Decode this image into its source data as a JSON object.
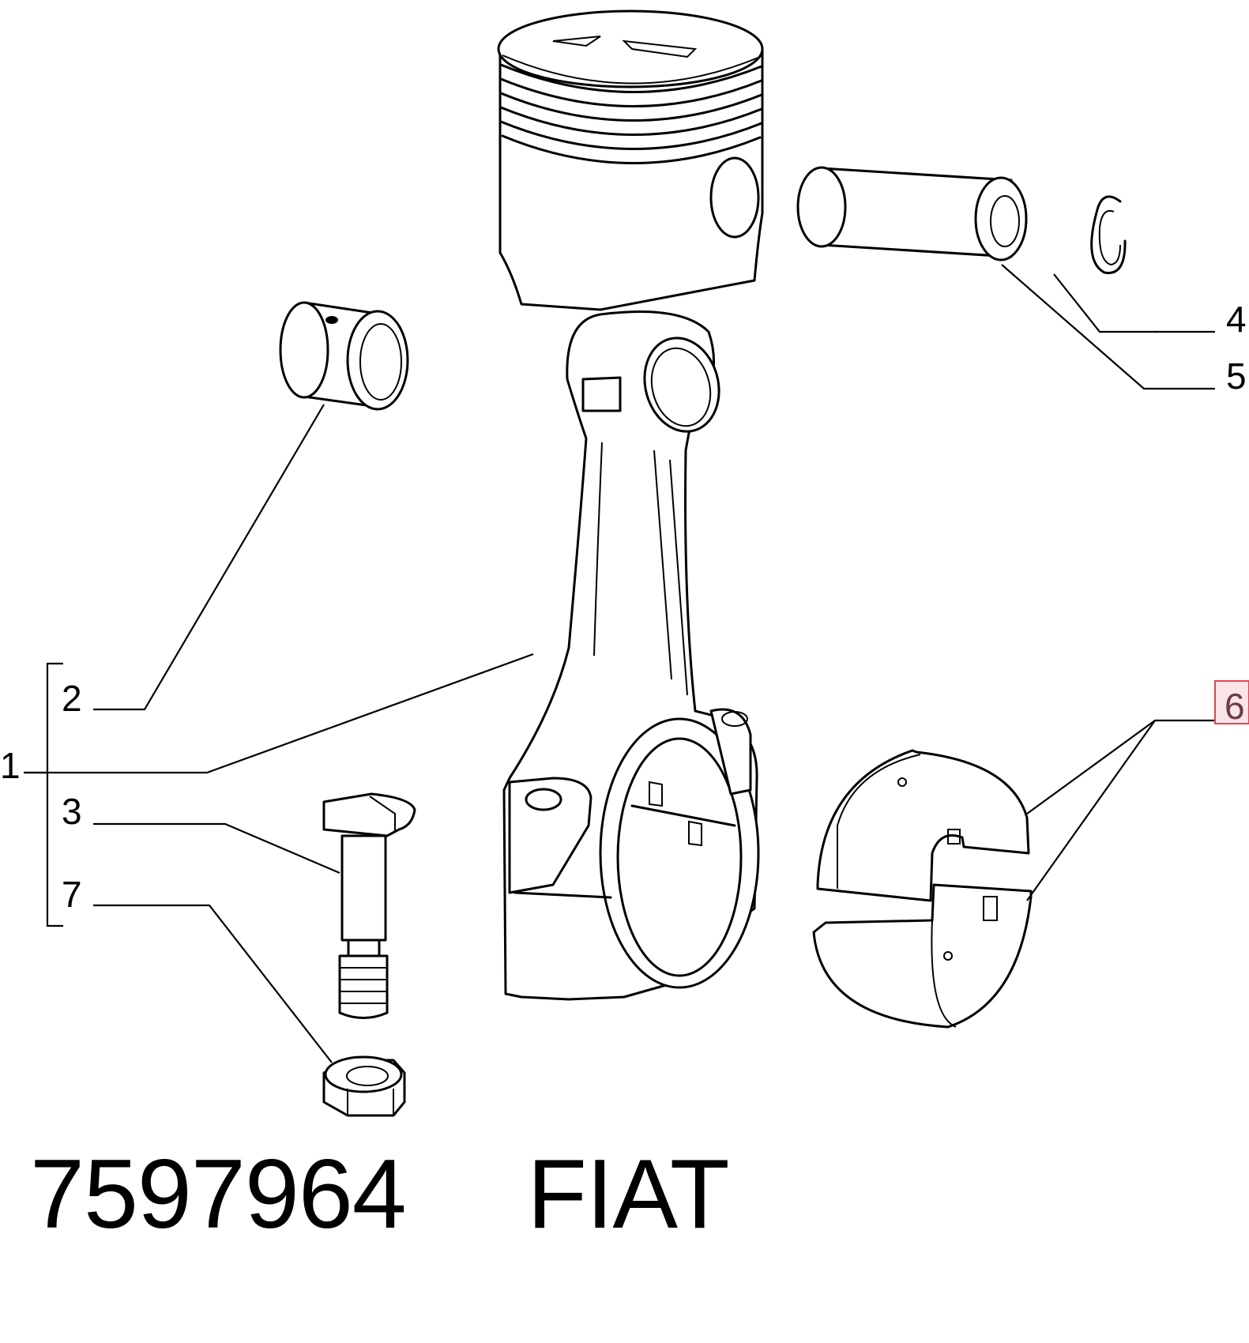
{
  "callouts": {
    "c1": "1",
    "c2": "2",
    "c3": "3",
    "c4": "4",
    "c5": "5",
    "c6": "6",
    "c7": "7"
  },
  "footer": {
    "part_number": "7597964",
    "brand": "FIAT"
  },
  "colors": {
    "line": "#000000",
    "highlight_border": "#e2434f",
    "highlight_fill": "#fbe4e7"
  }
}
